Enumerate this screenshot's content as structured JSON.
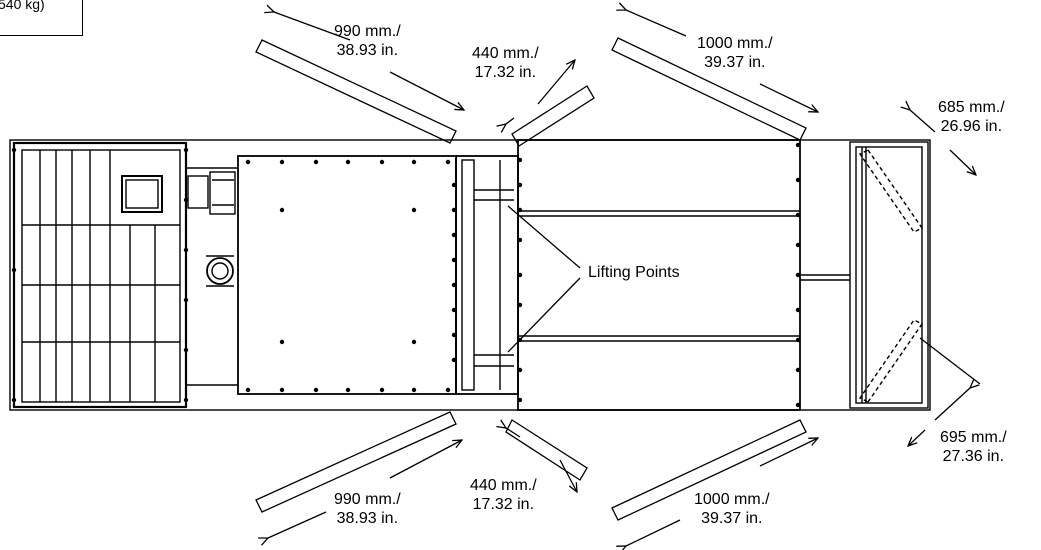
{
  "weight_box": {
    "text": "540 kg)"
  },
  "dimensions": [
    {
      "id": "top-left-990",
      "line1": "990 mm./",
      "line2": "38.93 in."
    },
    {
      "id": "top-440",
      "line1": "440 mm./",
      "line2": "17.32 in."
    },
    {
      "id": "top-1000",
      "line1": "1000 mm./",
      "line2": "39.37 in."
    },
    {
      "id": "right-685",
      "line1": "685 mm./",
      "line2": "26.96 in."
    },
    {
      "id": "bottom-left-990",
      "line1": "990 mm./",
      "line2": "38.93 in."
    },
    {
      "id": "bottom-440",
      "line1": "440 mm./",
      "line2": "17.32 in."
    },
    {
      "id": "bottom-1000",
      "line1": "1000 mm./",
      "line2": "39.37 in."
    },
    {
      "id": "right-695",
      "line1": "695 mm./",
      "line2": "27.36 in."
    }
  ],
  "lifting_points": {
    "label": "Lifting Points"
  }
}
